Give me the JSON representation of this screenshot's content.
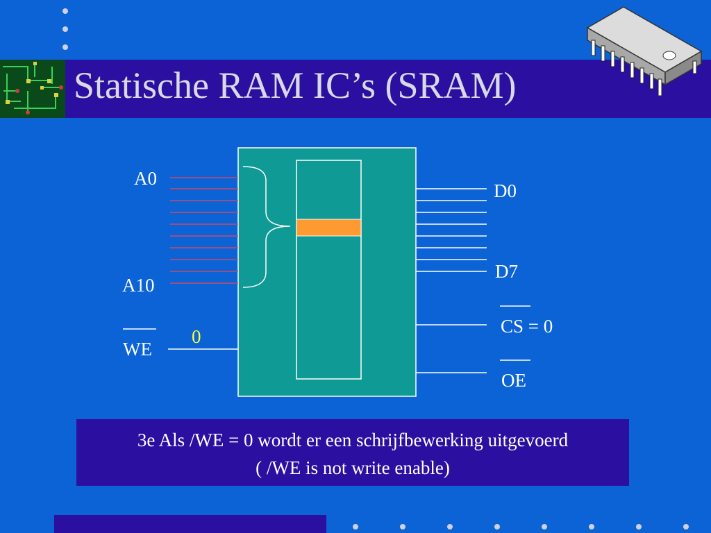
{
  "slide": {
    "title": "Statische RAM IC’s (SRAM)"
  },
  "diagram": {
    "address_first": "A0",
    "address_last": "A10",
    "we_label": "WE",
    "we_value": "0",
    "data_first": "D0",
    "data_last": "D7",
    "cs_label": "CS = 0",
    "oe_label": "OE"
  },
  "caption": {
    "line1": "3e Als /WE = 0 wordt er een schrijfbewerking uitgevoerd",
    "line2": "( /WE is not write enable)"
  },
  "colors": {
    "background": "#0b63d6",
    "bar": "#2b0fa0",
    "chip_body": "#0f9a95",
    "selected_row": "#ff9a33",
    "address_line": "#c84a6a"
  }
}
